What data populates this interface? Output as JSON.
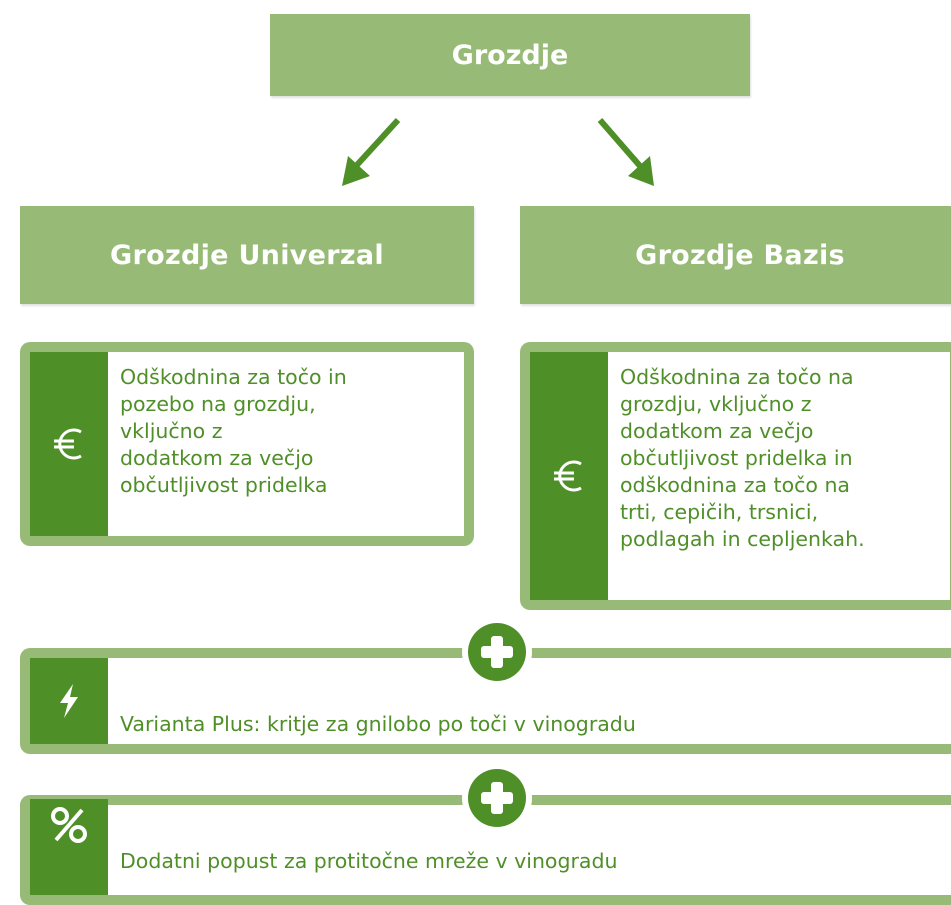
{
  "top": {
    "title": "Grozdje"
  },
  "univerzal": {
    "title": "Grozdje Univerzal",
    "icon": "euro-icon",
    "text": "Odškodnina za točo in\npozebo  na grozdju,\nvključno z\ndodatkom za večjo\nobčutljivost pridelka"
  },
  "bazis": {
    "title": "Grozdje Bazis",
    "icon": "euro-icon",
    "text": "Odškodnina za točo na\ngrozdju, vključno z\ndodatkom za večjo\nobčutljivost pridelka in\nodškodnina za točo na\ntrti, cepičih, trsnici,\npodlagah in cepljenkah."
  },
  "plus1": {
    "icon": "lightning-icon",
    "label": "Varianta Plus:",
    "text": " kritje za gnilobo po toči v vinogradu"
  },
  "plus2": {
    "icon": "percent-icon",
    "text": "Dodatni popust za protitočne mreže v vinogradu"
  },
  "colors": {
    "light_green": "#97bb77",
    "dark_green": "#4f8f28",
    "white": "#ffffff"
  }
}
